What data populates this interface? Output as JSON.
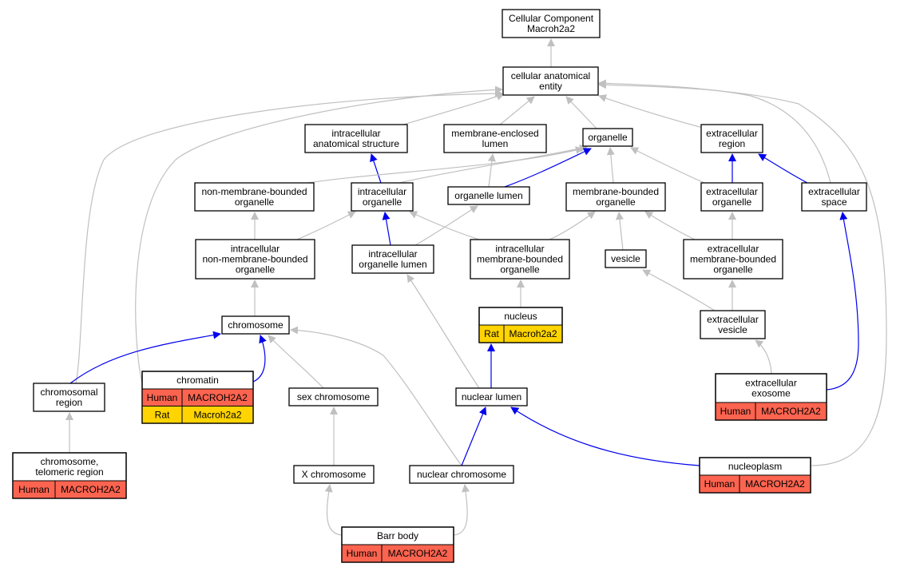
{
  "colors": {
    "gray_edge": "#c0c0c0",
    "blue_edge": "#0000ee",
    "human_cell": "#fd6450",
    "rat_cell": "#ffd400",
    "node_fill": "#ffffff"
  },
  "nodes": {
    "cc_root": {
      "lines": [
        "Cellular Component",
        "Macroh2a2"
      ]
    },
    "cae": {
      "lines": [
        "cellular anatomical",
        "entity"
      ]
    },
    "ias": {
      "lines": [
        "intracellular",
        "anatomical structure"
      ]
    },
    "mel": {
      "lines": [
        "membrane-enclosed",
        "lumen"
      ]
    },
    "organelle": {
      "lines": [
        "organelle"
      ]
    },
    "extreg": {
      "lines": [
        "extracellular",
        "region"
      ]
    },
    "nmbo": {
      "lines": [
        "non-membrane-bounded",
        "organelle"
      ]
    },
    "intorg": {
      "lines": [
        "intracellular",
        "organelle"
      ]
    },
    "orglumen": {
      "lines": [
        "organelle lumen"
      ]
    },
    "mbo": {
      "lines": [
        "membrane-bounded",
        "organelle"
      ]
    },
    "extorg": {
      "lines": [
        "extracellular",
        "organelle"
      ]
    },
    "extspace": {
      "lines": [
        "extracellular",
        "space"
      ]
    },
    "inmbo": {
      "lines": [
        "intracellular",
        "non-membrane-bounded",
        "organelle"
      ]
    },
    "iol": {
      "lines": [
        "intracellular",
        "organelle lumen"
      ]
    },
    "imbo": {
      "lines": [
        "intracellular",
        "membrane-bounded",
        "organelle"
      ]
    },
    "vesicle": {
      "lines": [
        "vesicle"
      ]
    },
    "embo": {
      "lines": [
        "extracellular",
        "membrane-bounded",
        "organelle"
      ]
    },
    "nucleus": {
      "lines": [
        "nucleus"
      ],
      "cells": [
        [
          "Rat",
          "Macroh2a2"
        ]
      ]
    },
    "chromosome": {
      "lines": [
        "chromosome"
      ]
    },
    "extves": {
      "lines": [
        "extracellular",
        "vesicle"
      ]
    },
    "chromreg": {
      "lines": [
        "chromosomal",
        "region"
      ]
    },
    "chromatin": {
      "lines": [
        "chromatin"
      ],
      "cells": [
        [
          "Human",
          "MACROH2A2"
        ],
        [
          "Rat",
          "Macroh2a2"
        ]
      ]
    },
    "sexchr": {
      "lines": [
        "sex chromosome"
      ]
    },
    "nuclumen": {
      "lines": [
        "nuclear lumen"
      ]
    },
    "exosome": {
      "lines": [
        "extracellular",
        "exosome"
      ],
      "cells": [
        [
          "Human",
          "MACROH2A2"
        ]
      ]
    },
    "telo": {
      "lines": [
        "chromosome,",
        "telomeric region"
      ],
      "cells": [
        [
          "Human",
          "MACROH2A2"
        ]
      ]
    },
    "xchr": {
      "lines": [
        "X chromosome"
      ]
    },
    "nucchr": {
      "lines": [
        "nuclear chromosome"
      ]
    },
    "nucleoplasm": {
      "lines": [
        "nucleoplasm"
      ],
      "cells": [
        [
          "Human",
          "MACROH2A2"
        ]
      ]
    },
    "barr": {
      "lines": [
        "Barr body"
      ],
      "cells": [
        [
          "Human",
          "MACROH2A2"
        ]
      ]
    }
  },
  "edges": [
    {
      "from": "cae",
      "to": "cc_root",
      "kind": "is_a"
    },
    {
      "from": "ias",
      "to": "cae",
      "kind": "is_a"
    },
    {
      "from": "mel",
      "to": "cae",
      "kind": "is_a"
    },
    {
      "from": "organelle",
      "to": "cae",
      "kind": "is_a"
    },
    {
      "from": "extreg",
      "to": "cae",
      "kind": "is_a"
    },
    {
      "from": "extspace",
      "to": "cae",
      "kind": "is_a"
    },
    {
      "from": "chromreg",
      "to": "cae",
      "kind": "is_a"
    },
    {
      "from": "chromatin",
      "to": "cae",
      "kind": "is_a"
    },
    {
      "from": "nucleoplasm",
      "to": "cae",
      "kind": "is_a"
    },
    {
      "from": "intorg",
      "to": "ias",
      "kind": "part_of"
    },
    {
      "from": "nmbo",
      "to": "organelle",
      "kind": "is_a"
    },
    {
      "from": "intorg",
      "to": "organelle",
      "kind": "is_a"
    },
    {
      "from": "orglumen",
      "to": "organelle",
      "kind": "part_of"
    },
    {
      "from": "mbo",
      "to": "organelle",
      "kind": "is_a"
    },
    {
      "from": "extorg",
      "to": "organelle",
      "kind": "is_a"
    },
    {
      "from": "orglumen",
      "to": "mel",
      "kind": "is_a"
    },
    {
      "from": "extorg",
      "to": "extreg",
      "kind": "part_of"
    },
    {
      "from": "extspace",
      "to": "extreg",
      "kind": "part_of"
    },
    {
      "from": "inmbo",
      "to": "nmbo",
      "kind": "is_a"
    },
    {
      "from": "inmbo",
      "to": "intorg",
      "kind": "is_a"
    },
    {
      "from": "imbo",
      "to": "intorg",
      "kind": "is_a"
    },
    {
      "from": "iol",
      "to": "intorg",
      "kind": "part_of"
    },
    {
      "from": "iol",
      "to": "orglumen",
      "kind": "is_a"
    },
    {
      "from": "imbo",
      "to": "mbo",
      "kind": "is_a"
    },
    {
      "from": "vesicle",
      "to": "mbo",
      "kind": "is_a"
    },
    {
      "from": "embo",
      "to": "mbo",
      "kind": "is_a"
    },
    {
      "from": "embo",
      "to": "extorg",
      "kind": "is_a"
    },
    {
      "from": "chromosome",
      "to": "inmbo",
      "kind": "is_a"
    },
    {
      "from": "nucleus",
      "to": "imbo",
      "kind": "is_a"
    },
    {
      "from": "extves",
      "to": "vesicle",
      "kind": "is_a"
    },
    {
      "from": "extves",
      "to": "embo",
      "kind": "is_a"
    },
    {
      "from": "chromreg",
      "to": "chromosome",
      "kind": "part_of"
    },
    {
      "from": "chromatin",
      "to": "chromosome",
      "kind": "part_of"
    },
    {
      "from": "sexchr",
      "to": "chromosome",
      "kind": "is_a"
    },
    {
      "from": "nucchr",
      "to": "chromosome",
      "kind": "is_a"
    },
    {
      "from": "exosome",
      "to": "extves",
      "kind": "is_a"
    },
    {
      "from": "exosome",
      "to": "extspace",
      "kind": "part_of"
    },
    {
      "from": "nuclumen",
      "to": "iol",
      "kind": "is_a"
    },
    {
      "from": "nuclumen",
      "to": "nucleus",
      "kind": "part_of"
    },
    {
      "from": "telo",
      "to": "chromreg",
      "kind": "is_a"
    },
    {
      "from": "xchr",
      "to": "sexchr",
      "kind": "is_a"
    },
    {
      "from": "nucchr",
      "to": "nuclumen",
      "kind": "part_of"
    },
    {
      "from": "nucleoplasm",
      "to": "nuclumen",
      "kind": "part_of"
    },
    {
      "from": "barr",
      "to": "xchr",
      "kind": "is_a"
    },
    {
      "from": "barr",
      "to": "nucchr",
      "kind": "is_a"
    }
  ]
}
